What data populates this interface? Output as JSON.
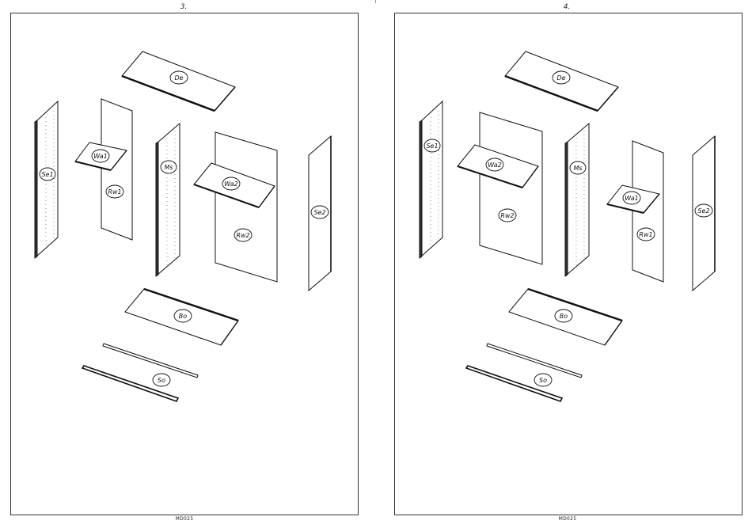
{
  "sheets": [
    {
      "page_number": "3.",
      "footer": "MD025",
      "parts": {
        "De": "De",
        "Se1": "Se1",
        "Rw1": "Rw1",
        "Wa1": "Wa1",
        "Ms": "Ms",
        "Wa2": "Wa2",
        "Rw2": "Rw2",
        "Se2": "Se2",
        "Bo": "Bo",
        "So": "So"
      }
    },
    {
      "page_number": "4.",
      "footer": "MD025",
      "parts": {
        "De": "De",
        "Se1": "Se1",
        "Rw2": "Rw2",
        "Wa2": "Wa2",
        "Ms": "Ms",
        "Wa1": "Wa1",
        "Rw1": "Rw1",
        "Se2": "Se2",
        "Bo": "Bo",
        "So": "So"
      }
    }
  ]
}
